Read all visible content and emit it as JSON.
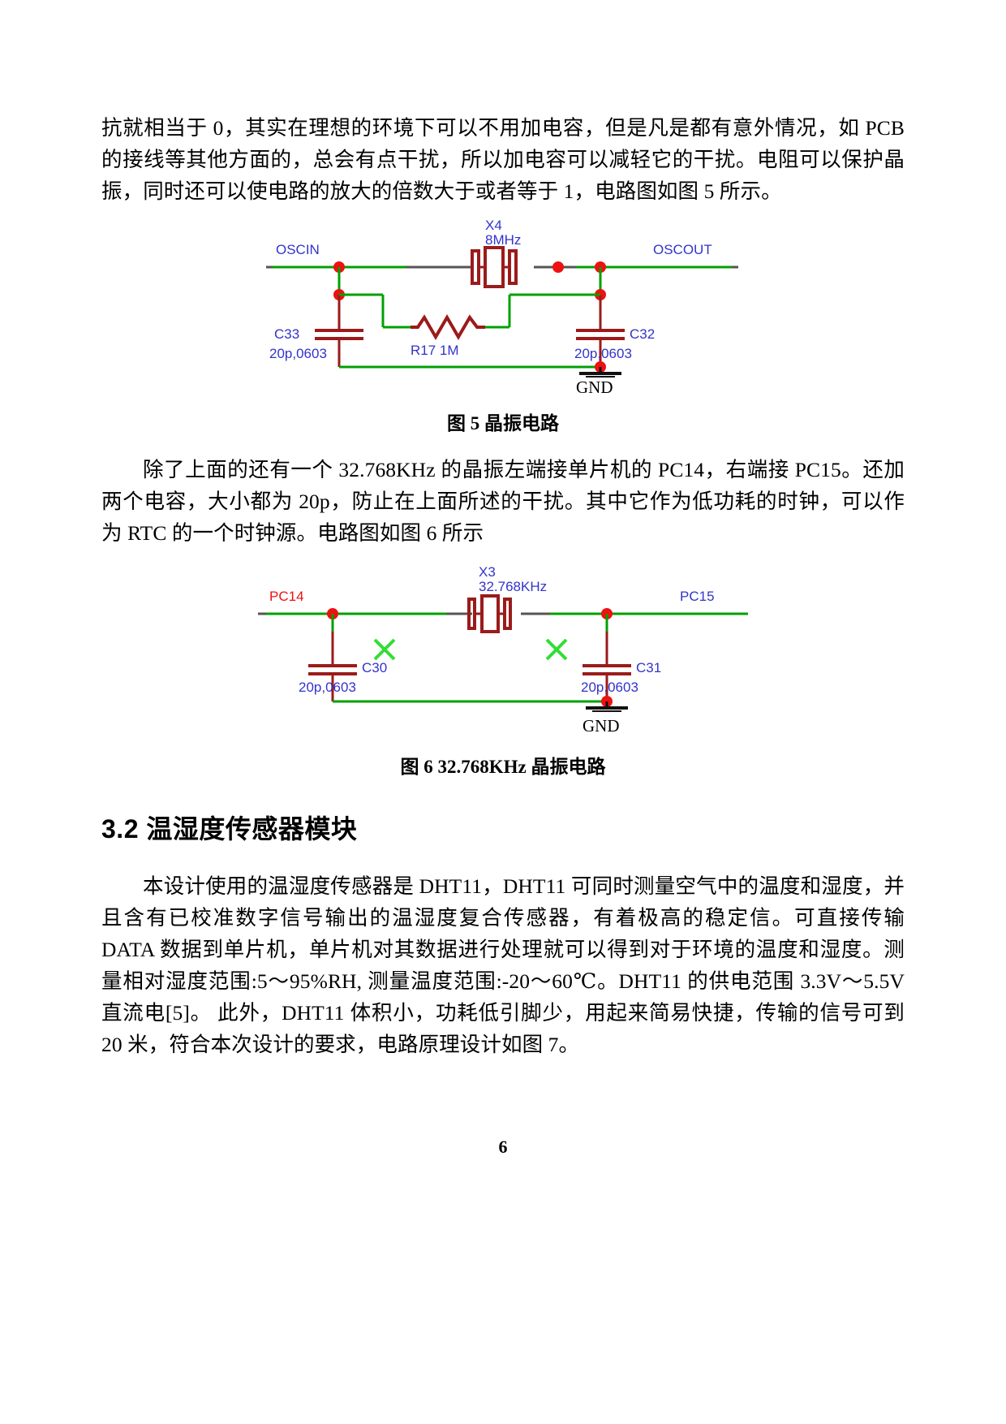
{
  "document": {
    "page_number": "6"
  },
  "paragraphs": {
    "p1": "抗就相当于 0，其实在理想的环境下可以不用加电容，但是凡是都有意外情况，如 PCB 的接线等其他方面的，总会有点干扰，所以加电容可以减轻它的干扰。电阻可以保护晶振，同时还可以使电路的放大的倍数大于或者等于 1，电路图如图 5 所示。",
    "p2": "除了上面的还有一个 32.768KHz 的晶振左端接单片机的 PC14，右端接 PC15。还加两个电容，大小都为 20p，防止在上面所述的干扰。其中它作为低功耗的时钟，可以作为 RTC 的一个时钟源。电路图如图 6 所示",
    "p3": "本设计使用的温湿度传感器是 DHT11，DHT11 可同时测量空气中的温度和湿度，并且含有已校准数字信号输出的温湿度复合传感器，有着极高的稳定信。可直接传输 DATA 数据到单片机，单片机对其数据进行处理就可以得到对于环境的温度和湿度。测量相对湿度范围:5～95%RH, 测量温度范围:-20～60℃。DHT11 的供电范围 3.3V～5.5V 直流电[5]。  此外，DHT11 体积小，功耗低引脚少，用起来简易快捷，传输的信号可到 20 米，符合本次设计的要求，电路原理设计如图 7。"
  },
  "captions": {
    "fig5": "图 5  晶振电路",
    "fig6": "图 6  32.768KHz 晶振电路"
  },
  "headings": {
    "section_3_2": "3.2  温湿度传感器模块"
  },
  "figure5": {
    "crystal_ref": "X4",
    "crystal_value": "8MHz",
    "net_left": "OSCIN",
    "net_right": "OSCOUT",
    "cap_left_ref": "C33",
    "cap_left_value": "20p,0603",
    "cap_right_ref": "C32",
    "cap_right_value": "20p,0603",
    "resistor": "R17 1M",
    "ground": "GND",
    "colors": {
      "wire_green": "#00a000",
      "component_red": "#9b1b1b",
      "label_blue": "#3333cc",
      "label_red": "#ee1111",
      "junction_red": "#ee1111",
      "pin_gray": "#555555"
    }
  },
  "figure6": {
    "crystal_ref": "X3",
    "crystal_value": "32.768KHz",
    "net_left": "PC14",
    "net_right": "PC15",
    "cap_left_ref": "C30",
    "cap_left_value": "20p,0603",
    "cap_right_ref": "C31",
    "cap_right_value": "20p,0603",
    "no_connect_marker": "X",
    "ground": "GND",
    "colors": {
      "wire_green": "#00a000",
      "component_red": "#9b1b1b",
      "label_blue": "#3333cc",
      "label_red": "#ee1111",
      "nc_green": "#33dd33"
    }
  }
}
